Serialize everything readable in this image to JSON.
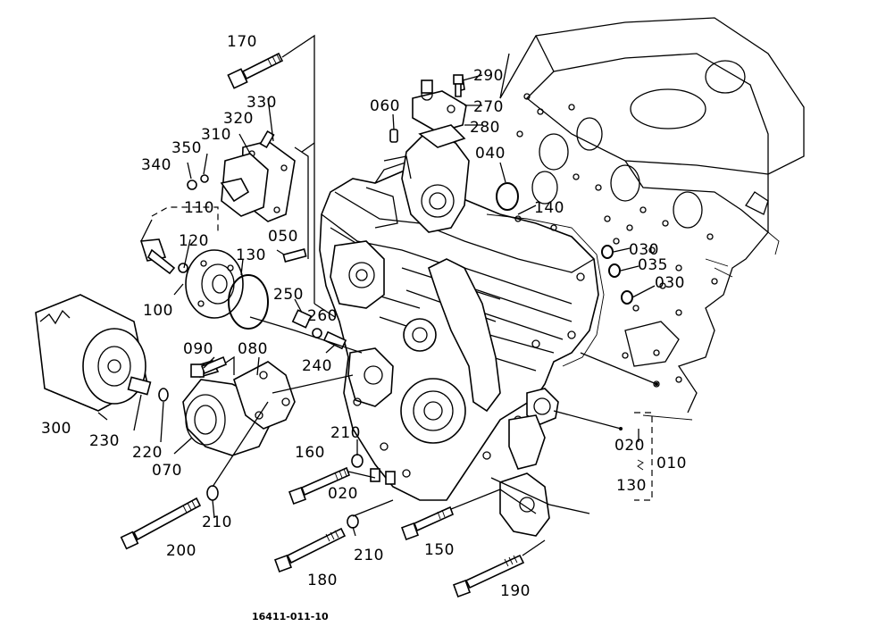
{
  "labels": {
    "p170": "170",
    "p290": "290",
    "p330": "330",
    "p320": "320",
    "p310": "310",
    "p270": "270",
    "p280": "280",
    "p060": "060",
    "p340": "340",
    "p350": "350",
    "p040": "040",
    "p110": "110",
    "p120": "120",
    "p140": "140",
    "p050": "050",
    "p130a": "130",
    "p030a": "030",
    "p035": "035",
    "p030b": "030",
    "p250": "250",
    "p100": "100",
    "p260": "260",
    "p090": "090",
    "p080": "080",
    "p240": "240",
    "p300": "300",
    "p230": "230",
    "p220": "220",
    "p070": "070",
    "p210a": "210",
    "p160": "160",
    "p020a": "020",
    "p010": "010",
    "p020b": "020",
    "p130b": "130",
    "p210b": "210",
    "p200": "200",
    "p150": "150",
    "p210c": "210",
    "p180": "180",
    "p190": "190"
  },
  "figure_id": "16411-011-10"
}
